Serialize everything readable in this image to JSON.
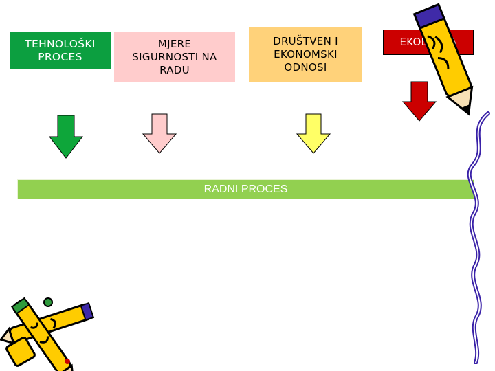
{
  "boxes": [
    {
      "id": "tehnoloski",
      "text": "TEHNOLOŠKI\nPROCES",
      "color": "#0c9f40"
    },
    {
      "id": "mjere",
      "text": "MJERE\nSIGURNOSTI NA\nRADU",
      "color": "#ffcccc"
    },
    {
      "id": "drustveni",
      "text": "DRUŠTVEN I\nEKONOMSKI\nODNOSI",
      "color": "#ffd27a"
    },
    {
      "id": "ekologija",
      "text": "EKOLOGIJA",
      "color": "#cc0000"
    }
  ],
  "arrows": [
    {
      "id": "green",
      "color": "#0ea63a"
    },
    {
      "id": "pink",
      "color": "#ffcccc"
    },
    {
      "id": "yellow",
      "color": "#ffff66"
    },
    {
      "id": "red",
      "color": "#cc0000"
    }
  ],
  "bar": {
    "label": "RADNI PROCES",
    "color": "#92d050"
  },
  "decorations": [
    "pencil-icon",
    "crossed-pencils-icon",
    "wavy-line"
  ]
}
